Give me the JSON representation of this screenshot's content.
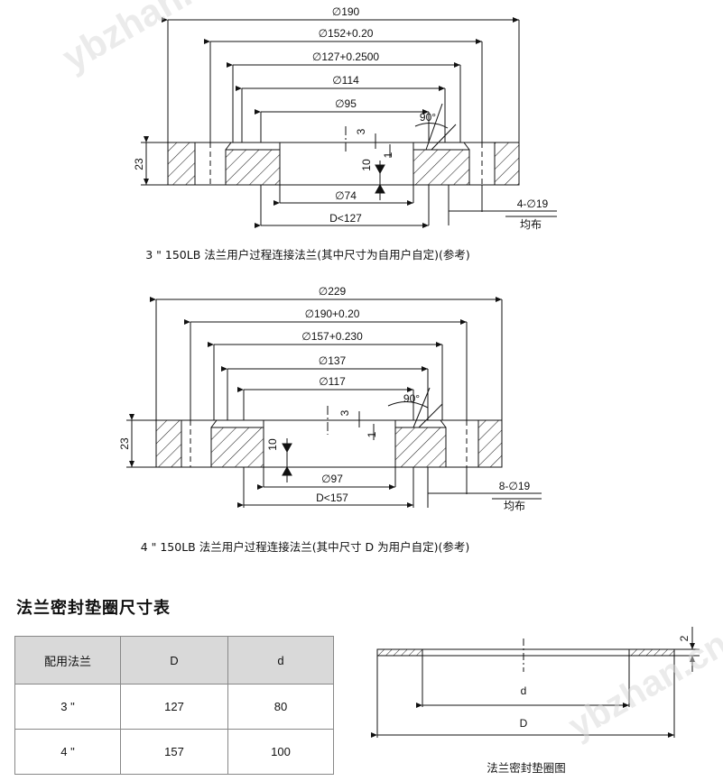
{
  "flange3": {
    "dims": {
      "od": "∅190",
      "bolt_circle": "∅152+0.20",
      "raised_face": "∅127+0.2500",
      "d114": "∅114",
      "d95": "∅95",
      "d74": "∅74",
      "dmax": "D<127",
      "thickness": "23",
      "step3": "3",
      "step1": "1",
      "step10": "10",
      "angle": "90°",
      "holes": "4-∅19",
      "holes_note": "均布"
    },
    "caption": "3 \" 150LB 法兰用户过程连接法兰(其中尺寸为自用户自定)(参考)"
  },
  "flange4": {
    "dims": {
      "od": "∅229",
      "bolt_circle": "∅190+0.20",
      "raised_face": "∅157+0.230",
      "d137": "∅137",
      "d117": "∅117",
      "d97": "∅97",
      "dmax": "D<157",
      "thickness": "23",
      "step3": "3",
      "step1": "1",
      "step10": "10",
      "angle": "90°",
      "holes": "8-∅19",
      "holes_note": "均布"
    },
    "caption": "4 \" 150LB 法兰用户过程连接法兰(其中尺寸 D 为用户自定)(参考)"
  },
  "gasket_table": {
    "title": "法兰密封垫圈尺寸表",
    "headers": [
      "配用法兰",
      "D",
      "d"
    ],
    "rows": [
      [
        "3 \"",
        "127",
        "80"
      ],
      [
        "4 \"",
        "157",
        "100"
      ]
    ]
  },
  "gasket_drawing": {
    "d_label": "d",
    "D_label": "D",
    "thickness": "2",
    "caption": "法兰密封垫圈图"
  },
  "watermark": "ybzhan.cn"
}
